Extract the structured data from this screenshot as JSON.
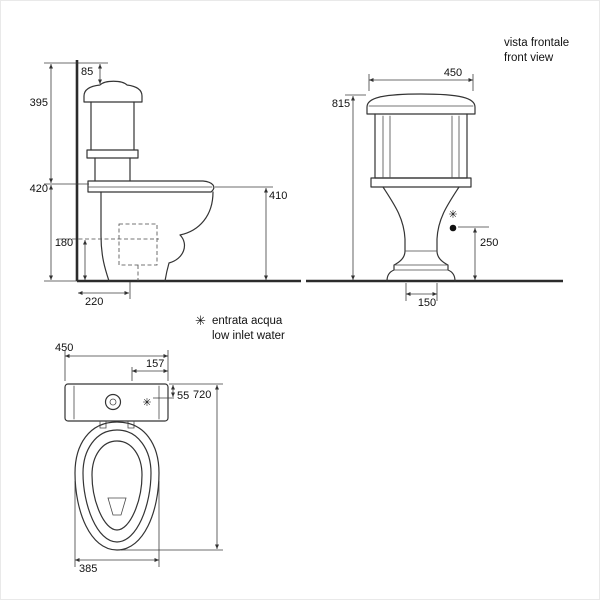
{
  "colors": {
    "line": "#343434",
    "background": "#ffffff"
  },
  "front_view": {
    "title_it": "vista frontale",
    "title_en": "front view",
    "dim_width": "450",
    "dim_height": "815",
    "dim_inlet_height": "250",
    "dim_base_width": "150"
  },
  "side_view": {
    "dim_top_offset": "85",
    "dim_cistern": "395",
    "dim_seat_height": "420",
    "dim_outlet_height": "180",
    "dim_rim_height": "410",
    "dim_outlet_wall": "220"
  },
  "plan_view": {
    "dim_width": "450",
    "dim_inlet_offset": "157",
    "dim_inlet_rear": "55",
    "dim_depth": "720",
    "dim_bowl_width": "385"
  },
  "legend": {
    "symbol": "✳",
    "label_it": "entrata acqua",
    "label_en": "low inlet water"
  }
}
